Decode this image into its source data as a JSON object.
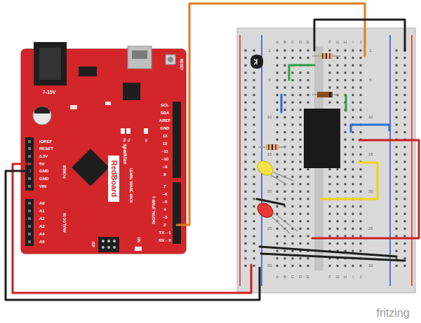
{
  "diagram": {
    "labels": [
      "7-15V",
      "RESET",
      "SCL",
      "SDA",
      "AREF",
      "GND",
      "13",
      "12",
      "~11",
      "~10",
      "~9",
      "8",
      "7",
      "~6",
      "~5",
      "4",
      "~3",
      "2",
      "TX→1",
      "RX←0",
      "DIGITAL (PWM~)",
      "IOREF",
      "RESET",
      "3.3V",
      "5V",
      "GND",
      "GND",
      "VIN",
      "POWER",
      "A0",
      "A1",
      "A2",
      "A3",
      "A4",
      "A5",
      "ANALOG IN",
      "sparkfun",
      "RedBoard",
      "LEARN. SHARE. HACK",
      "ISP",
      "ON",
      "TX",
      "RX",
      "13",
      "A",
      "B",
      "C",
      "D",
      "E",
      "F",
      "G",
      "H",
      "I",
      "J",
      "A",
      "B",
      "C",
      "D",
      "E",
      "F",
      "G",
      "H",
      "I",
      "J",
      "1",
      "5",
      "10",
      "15",
      "20",
      "25",
      "30",
      "1",
      "5",
      "10",
      "15",
      "20",
      "25",
      "30",
      "fritzing"
    ]
  }
}
